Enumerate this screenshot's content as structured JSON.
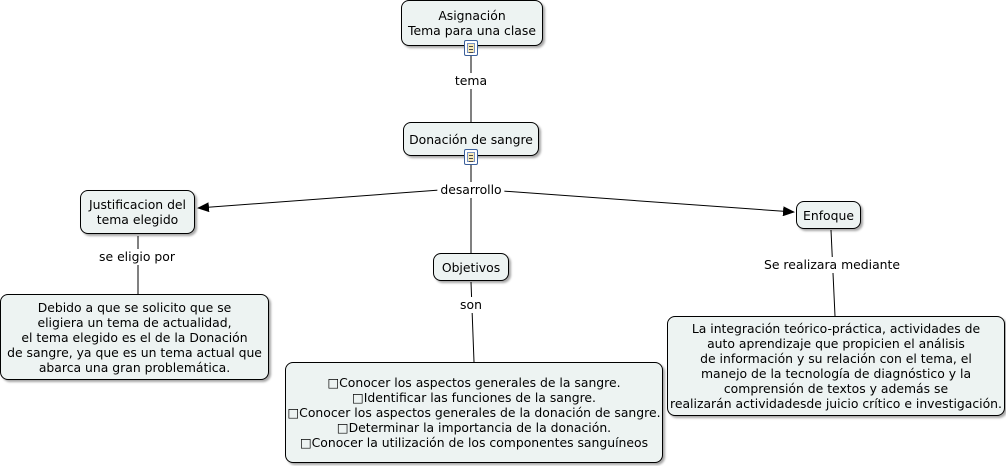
{
  "nodes": {
    "asignacion": [
      "Asignación",
      "Tema para una clase"
    ],
    "donacion": [
      "Donación de sangre"
    ],
    "justificacion": [
      "Justificacion del",
      "tema elegido"
    ],
    "objetivos": [
      "Objetivos"
    ],
    "enfoque": [
      "Enfoque"
    ],
    "debido": [
      "Debido a que se solicito que se",
      "eligiera un tema de actualidad,",
      "el tema elegido es el de la Donación",
      "de sangre, ya que es un tema actual que",
      "abarca una gran problemática."
    ],
    "objetivos_list": [
      "□Conocer los aspectos generales de la sangre.",
      "□Identificar las funciones de la sangre.",
      "□Conocer los aspectos generales de la donación de sangre.",
      "□Determinar la importancia de la donación.",
      "□Conocer la utilización de los componentes sanguíneos"
    ],
    "integracion": [
      "La integración teórico-práctica, actividades de",
      "auto aprendizaje que propicien el análisis",
      "de información y su relación con el tema, el",
      "manejo de la tecnología de diagnóstico y la",
      "comprensión de textos y además se",
      "realizarán actividadesde juicio crítico e investigación."
    ]
  },
  "links": {
    "tema": "tema",
    "desarrollo": "desarrollo",
    "se_eligio_por": "se eligio por",
    "son": "son",
    "se_realizara": "Se realizara mediante"
  },
  "colors": {
    "node_fill": "#edf3f2",
    "node_border": "#000000",
    "line": "#000000",
    "icon_border": "#3a5f9b"
  },
  "icons": {
    "resource": "document-icon"
  }
}
